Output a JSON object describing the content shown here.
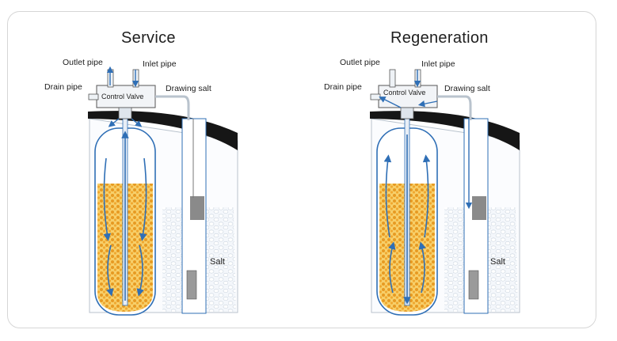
{
  "panels": [
    {
      "title": "Service",
      "labels": {
        "outlet": "Outlet pipe",
        "inlet": "Inlet pipe",
        "drain": "Drain pipe",
        "drawing": "Drawing salt",
        "valve": "Control Valve",
        "salt": "Salt"
      }
    },
    {
      "title": "Regeneration",
      "labels": {
        "outlet": "Outlet pipe",
        "inlet": "Inlet pipe",
        "drain": "Drain pipe",
        "drawing": "Drawing salt",
        "valve": "Control Valve",
        "salt": "Salt"
      }
    }
  ],
  "colors": {
    "resin": "#f3b53a",
    "arrow": "#2f6fb6",
    "tank_lid": "#1a1a1a",
    "salt_water": "#eef4fb"
  }
}
